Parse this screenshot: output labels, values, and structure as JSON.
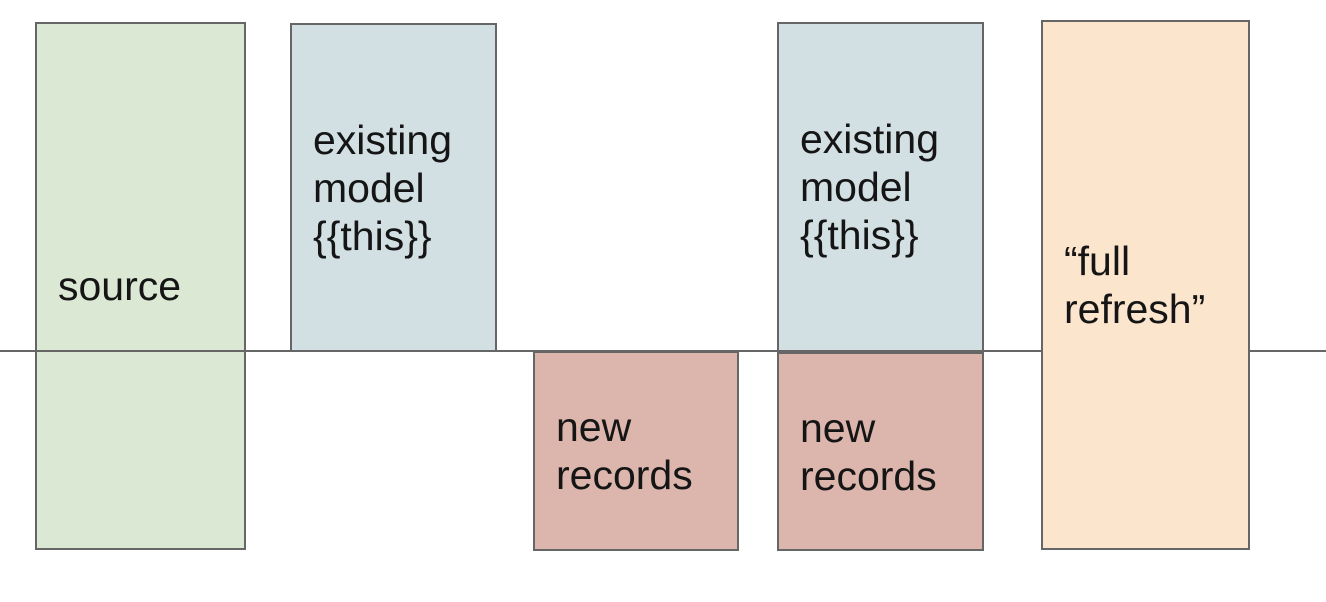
{
  "diagram": {
    "background_color": "#ffffff",
    "border_color": "#666666",
    "text_color": "#151515",
    "divider_line": {
      "description": "horizontal line spanning full width, passing over the source box and behind the full refresh box",
      "color": "#666666"
    },
    "boxes": [
      {
        "id": "source",
        "label": "source",
        "fill": "#dbe8d4",
        "position": "above-and-below-line"
      },
      {
        "id": "existing-model-1",
        "label": "existing\nmodel\n{{this}}",
        "fill": "#d2e0e4",
        "position": "above-line"
      },
      {
        "id": "new-records-1",
        "label": "new\nrecords",
        "fill": "#dcb6ac",
        "position": "below-line"
      },
      {
        "id": "existing-model-2",
        "label": "existing\nmodel\n{{this}}",
        "fill": "#d2e0e4",
        "position": "above-line"
      },
      {
        "id": "new-records-2",
        "label": "new\nrecords",
        "fill": "#dcb6ac",
        "position": "below-line"
      },
      {
        "id": "full-refresh",
        "label": "“full\nrefresh”",
        "fill": "#fbe5cd",
        "position": "above-and-below-line"
      }
    ]
  }
}
